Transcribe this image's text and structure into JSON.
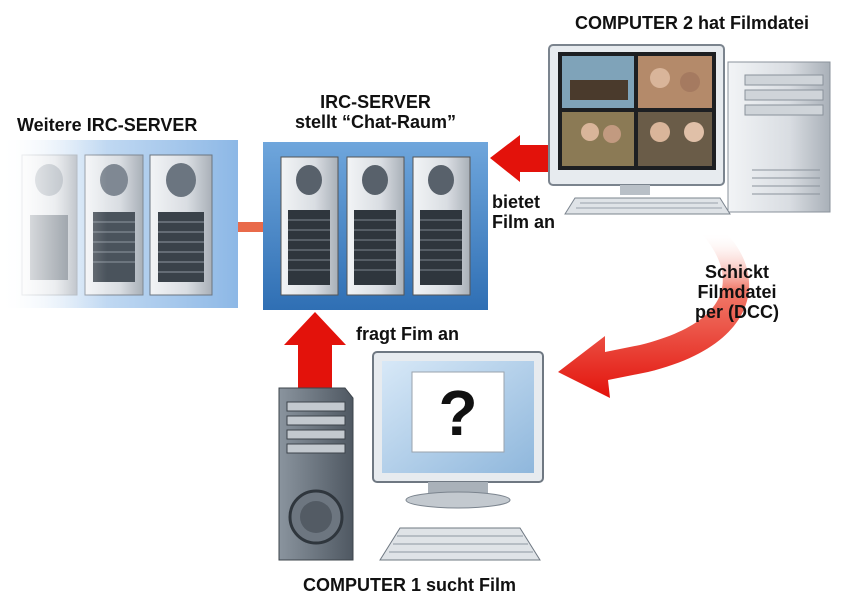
{
  "labels": {
    "computer2": "COMPUTER 2 hat Filmdatei",
    "more_servers": "Weitere IRC-SERVER",
    "irc_server_line1": "IRC-SERVER",
    "irc_server_line2": "stellt “Chat-Raum”",
    "offers_line1": "bietet",
    "offers_line2": "Film an",
    "sends_line1": "Schickt",
    "sends_line2": "Filmdatei",
    "sends_line3": "per (DCC)",
    "requests": "fragt Fim an",
    "computer1": "COMPUTER 1 sucht Film",
    "question_mark": "?"
  },
  "colors": {
    "arrow_red": "#e3120b",
    "server_blue": "#3f82c8",
    "server_light_blue": "#a9c9ea",
    "connector": "#e96a4a"
  },
  "icons": {
    "server_rack": "server-tower-icon",
    "desktop": "desktop-computer-icon",
    "video": "video-thumbnails-icon"
  }
}
